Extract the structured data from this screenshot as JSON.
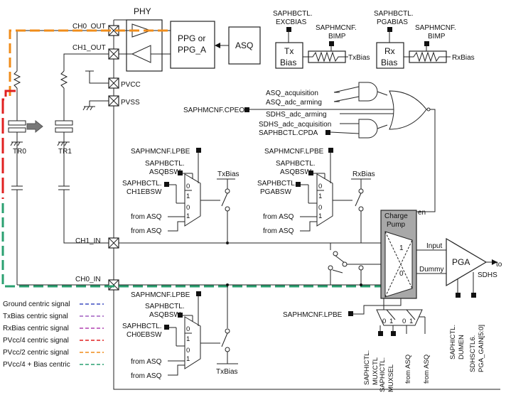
{
  "blocks": {
    "phy": "PHY",
    "ppg": [
      "PPG or",
      "PPG_A"
    ],
    "asq": "ASQ",
    "tx_bias": [
      "Tx",
      "Bias"
    ],
    "rx_bias": [
      "Rx",
      "Bias"
    ],
    "charge_pump": [
      "Charge",
      "Pump"
    ],
    "pga": "PGA"
  },
  "pins": {
    "ch0_out": "CH0_OUT",
    "ch1_out": "CH1_OUT",
    "pvcc": "PVCC",
    "pvss": "PVSS",
    "ch1_in": "CH1_IN",
    "ch0_in": "CH0_IN",
    "tr0": "TR0",
    "tr1": "TR1"
  },
  "registers": {
    "excbias": [
      "SAPHBCTL.",
      "EXCBIAS"
    ],
    "bimp_tx": [
      "SAPHMCNF.",
      "BIMP"
    ],
    "pgabias": [
      "SAPHBCTL.",
      "PGABIAS"
    ],
    "bimp_rx": [
      "SAPHMCNF.",
      "BIMP"
    ],
    "cpeo": "SAPHMCNF.CPEO",
    "cpda": "SAPHBCTL.CPDA",
    "lpbe1": "SAPHMCNF.LPBE",
    "asqbsw1": [
      "SAPHBCTL.",
      "ASQBSW"
    ],
    "ch1ebsw": [
      "SAPHBCTL.",
      "CH1EBSW"
    ],
    "lpbe2": "SAPHMCNF.LPBE",
    "asqbsw2": [
      "SAPHBCTL.",
      "ASQBSW"
    ],
    "pgabsw": [
      "SAPHBCTL.",
      "PGABSW"
    ],
    "lpbe3": "SAPHMCNF.LPBE",
    "asqbsw3": [
      "SAPHBCTL.",
      "ASQBSW"
    ],
    "ch0ebsw": [
      "SAPHBCTL.",
      "CH0EBSW"
    ],
    "lpbe4": "SAPHMCNF.LPBE",
    "muxctl": [
      "SAPHICTL.",
      "MUXCTL"
    ],
    "muxsel": [
      "SAPHICTL.",
      "MUXSEL"
    ],
    "dumen": [
      "SAPHICTL.",
      "DUMEN"
    ],
    "pga_gain": [
      "SDHSCTL6.",
      "PGA_GAIN[5:0]"
    ]
  },
  "signals": {
    "txbias_out": "TxBias",
    "rxbias_out": "RxBias",
    "asq_acquisition": "ASQ_acquisition",
    "asq_adc_arming": "ASQ_adc_arming",
    "sdhs_adc_arming": "SDHS_adc_arming",
    "sdhs_adc_acquisition": "SDHS_adc_acquisition",
    "txbias_sw1": "TxBias",
    "rxbias_sw2": "RxBias",
    "txbias_sw3": "TxBias",
    "from_asq": "from ASQ",
    "en": "en",
    "input": "Input",
    "dummy": "Dummy",
    "mux_1": "1",
    "mux_0": "0",
    "to": "to",
    "sdhs": "SDHS"
  },
  "legend": [
    {
      "label": "Ground centric signal",
      "color": "#3b4cc0"
    },
    {
      "label": "TxBias centric signal",
      "color": "#a05fc0"
    },
    {
      "label": "RxBias centric signal",
      "color": "#b040b0"
    },
    {
      "label": "PVcc/4 centric signal",
      "color": "#e02020"
    },
    {
      "label": "PVcc/2 centric signal",
      "color": "#f08c1a"
    },
    {
      "label": "PVcc/4 + Bias centric",
      "color": "#2aa070"
    }
  ],
  "colors": {
    "orange_path": "#f08c1a",
    "red_path": "#e02020",
    "green_path": "#2aa070",
    "charge_pump_fill": "#a8a8a8"
  }
}
